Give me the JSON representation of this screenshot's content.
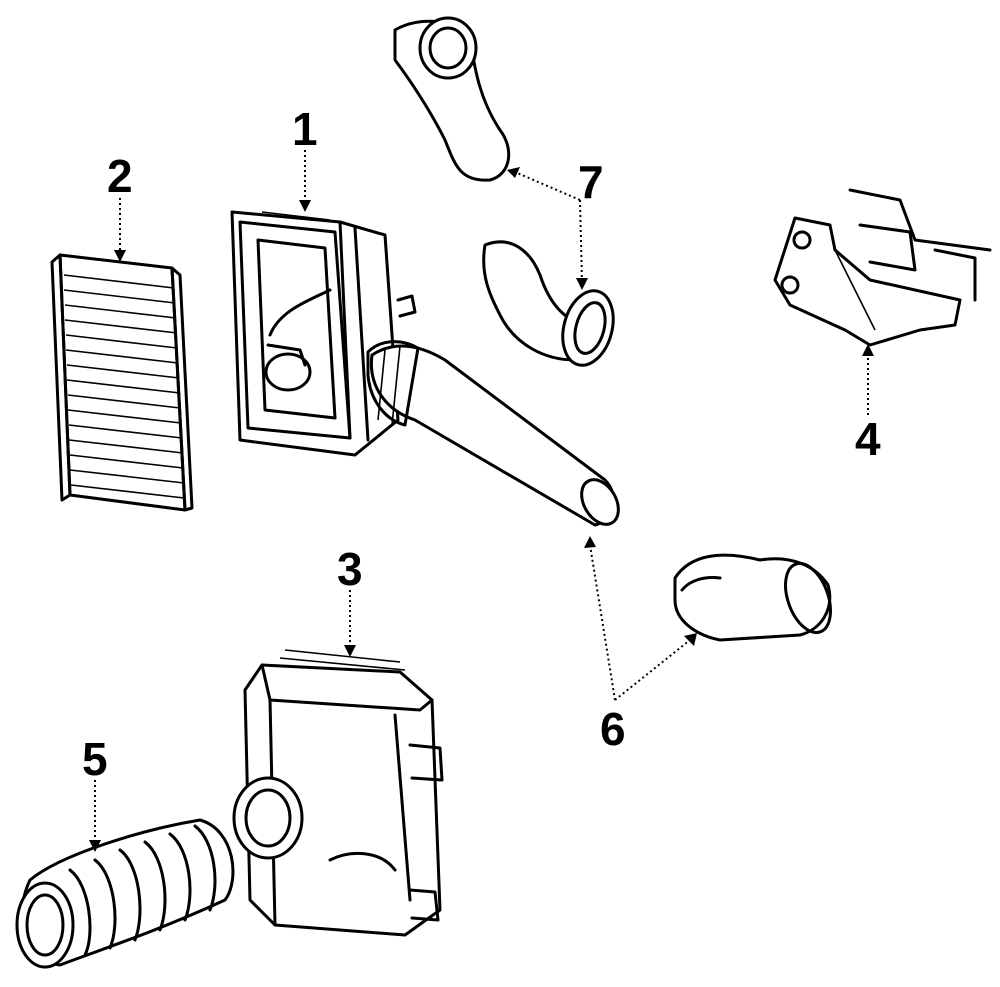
{
  "diagram": {
    "callouts": [
      {
        "id": "1",
        "label": "1",
        "part": "air-cleaner-housing-upper"
      },
      {
        "id": "2",
        "label": "2",
        "part": "air-filter-element"
      },
      {
        "id": "3",
        "label": "3",
        "part": "air-cleaner-housing-lower"
      },
      {
        "id": "4",
        "label": "4",
        "part": "mounting-bracket"
      },
      {
        "id": "5",
        "label": "5",
        "part": "corrugated-intake-duct"
      },
      {
        "id": "6",
        "label": "6",
        "part": "intake-hoses"
      },
      {
        "id": "7",
        "label": "7",
        "part": "inlet-hoses"
      }
    ]
  }
}
